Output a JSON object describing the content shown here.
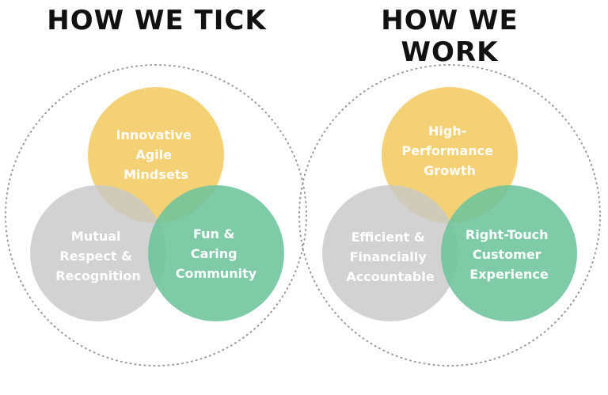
{
  "left": {
    "title": "HOW WE TICK",
    "top": {
      "lines": [
        "Innovative",
        "Agile",
        "Mindsets"
      ]
    },
    "left": {
      "lines": [
        "Mutual",
        "Respect &",
        "Recognition"
      ]
    },
    "right": {
      "lines": [
        "Fun &",
        "Caring",
        "Community"
      ]
    }
  },
  "right": {
    "title": "HOW WE WORK",
    "top": {
      "lines": [
        "High-",
        "Performance",
        "Growth"
      ]
    },
    "left": {
      "lines": [
        "Efficient &",
        "Financially",
        "Accountable"
      ]
    },
    "right": {
      "lines": [
        "Right-Touch",
        "Customer",
        "Experience"
      ]
    }
  },
  "colors": {
    "yellow": "#F4CC67",
    "gray": "#C8C8C8",
    "green": "#6DC49C",
    "dotted_outline": "#999999"
  }
}
